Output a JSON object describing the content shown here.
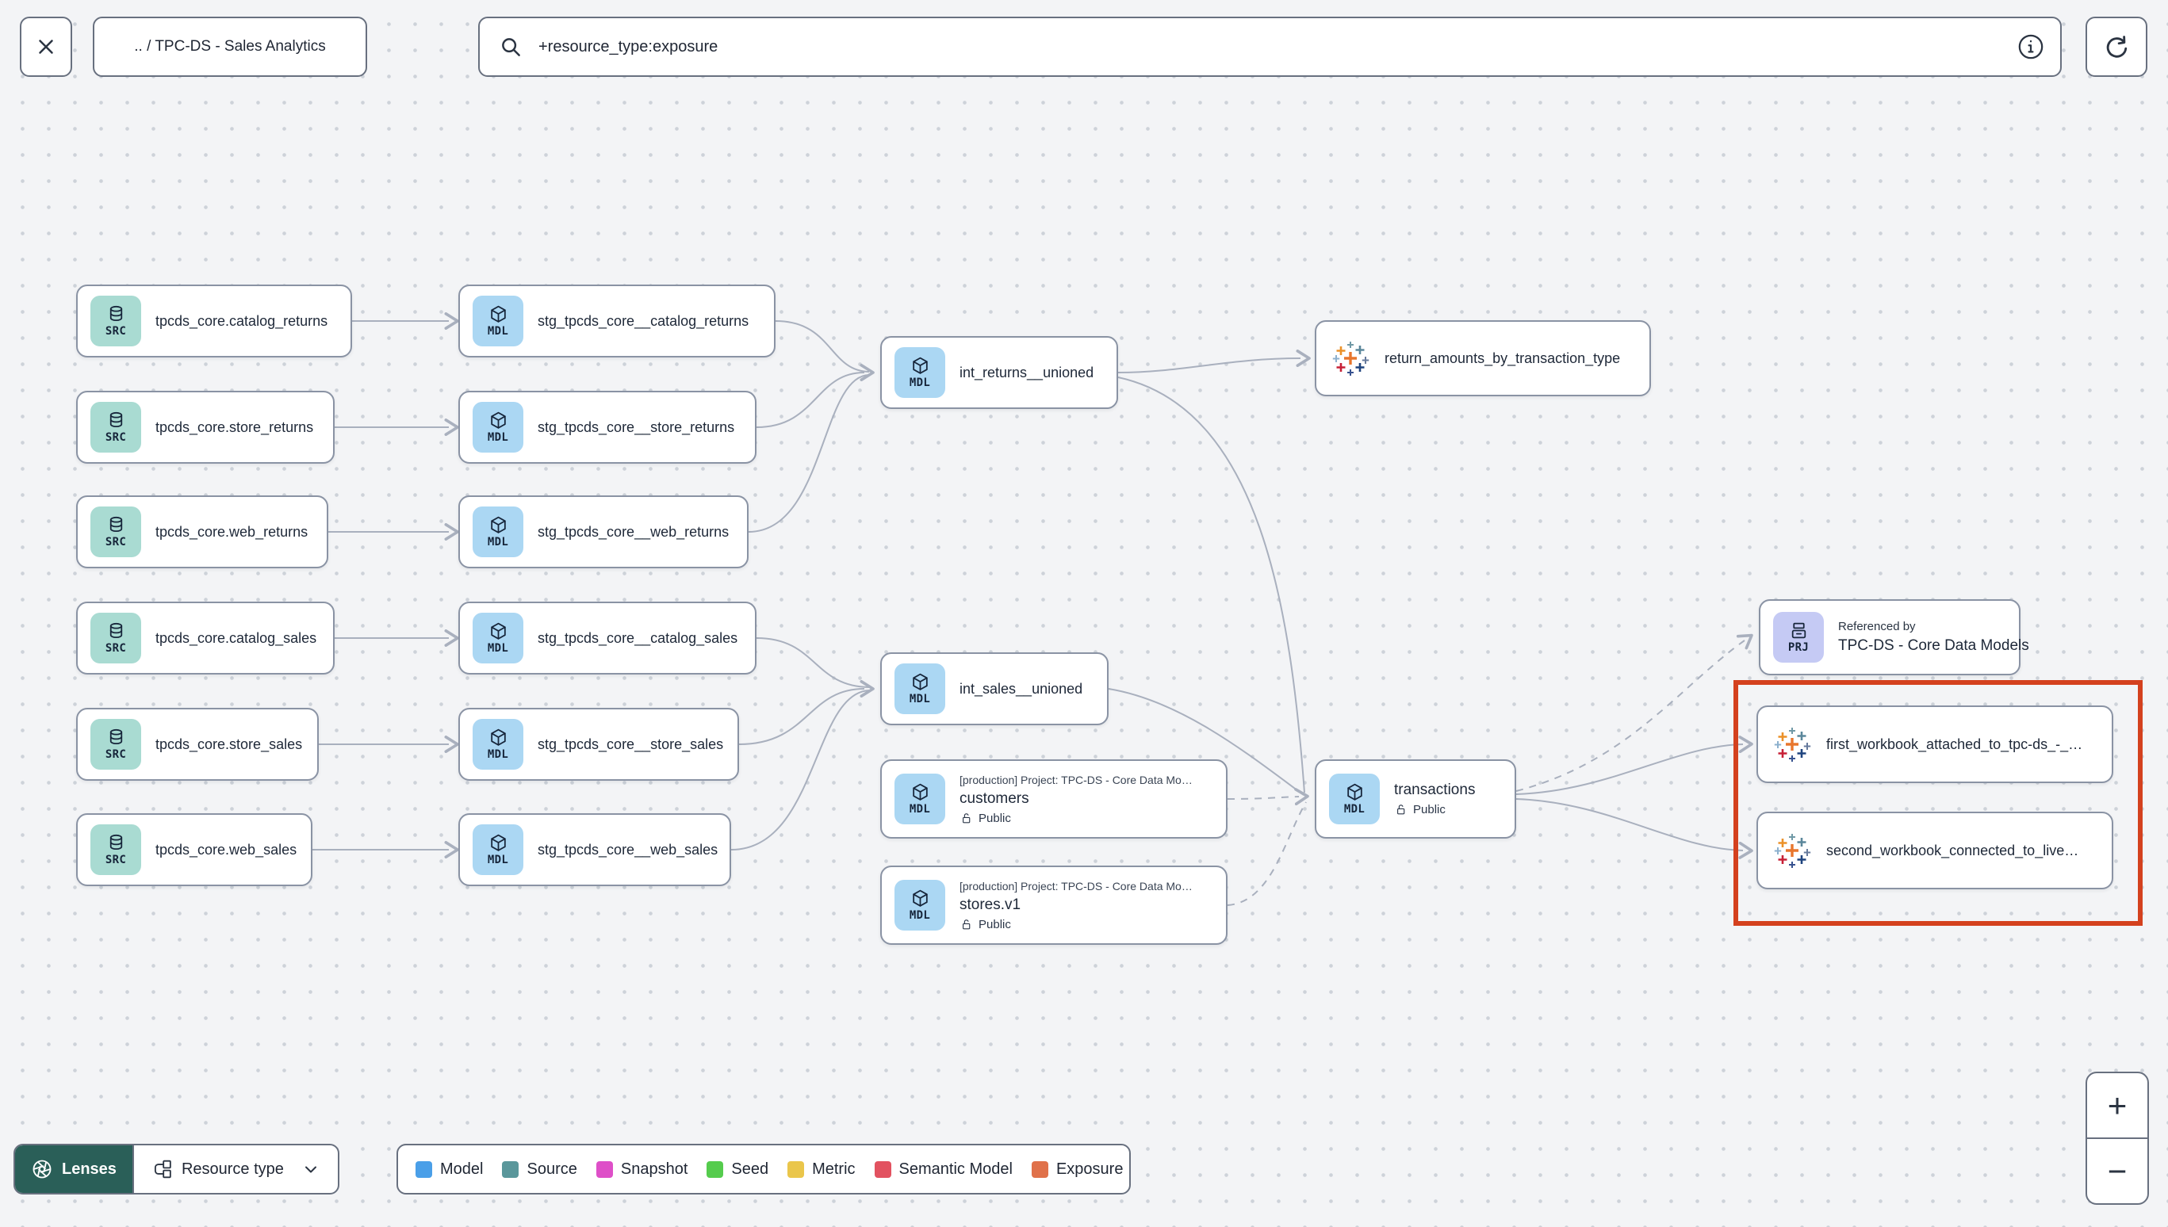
{
  "toolbar": {
    "breadcrumb": ".. / TPC-DS - Sales Analytics",
    "search_value": "+resource_type:exposure"
  },
  "graph": {
    "badge_src": "SRC",
    "badge_mdl": "MDL",
    "badge_prj": "PRJ",
    "sources": [
      {
        "label": "tpcds_core.catalog_returns"
      },
      {
        "label": "tpcds_core.store_returns"
      },
      {
        "label": "tpcds_core.web_returns"
      },
      {
        "label": "tpcds_core.catalog_sales"
      },
      {
        "label": "tpcds_core.store_sales"
      },
      {
        "label": "tpcds_core.web_sales"
      }
    ],
    "staging": [
      {
        "label": "stg_tpcds_core__catalog_returns"
      },
      {
        "label": "stg_tpcds_core__store_returns"
      },
      {
        "label": "stg_tpcds_core__web_returns"
      },
      {
        "label": "stg_tpcds_core__catalog_sales"
      },
      {
        "label": "stg_tpcds_core__store_sales"
      },
      {
        "label": "stg_tpcds_core__web_sales"
      }
    ],
    "int_returns": {
      "label": "int_returns__unioned"
    },
    "int_sales": {
      "label": "int_sales__unioned"
    },
    "customers": {
      "project": "[production] Project: TPC-DS - Core Data Mo…",
      "label": "customers",
      "access": "Public"
    },
    "stores": {
      "project": "[production] Project: TPC-DS - Core Data Mo…",
      "label": "stores.v1",
      "access": "Public"
    },
    "transactions": {
      "label": "transactions",
      "access": "Public"
    },
    "exposure_return_amounts": {
      "label": "return_amounts_by_transaction_type"
    },
    "referenced_by": {
      "title": "Referenced by",
      "label": "TPC-DS - Core Data Models"
    },
    "workbook_first": {
      "label": "first_workbook_attached_to_tpc-ds_-_…"
    },
    "workbook_second": {
      "label": "second_workbook_connected_to_live…"
    }
  },
  "footer": {
    "lenses_label": "Lenses",
    "resource_type_label": "Resource type",
    "legend": [
      {
        "label": "Model",
        "color": "#4A9FE8"
      },
      {
        "label": "Source",
        "color": "#5A979B"
      },
      {
        "label": "Snapshot",
        "color": "#DE4FC8"
      },
      {
        "label": "Seed",
        "color": "#55CC4D"
      },
      {
        "label": "Metric",
        "color": "#EAC64B"
      },
      {
        "label": "Semantic Model",
        "color": "#E25260"
      },
      {
        "label": "Exposure",
        "color": "#E0714A"
      }
    ]
  },
  "zoom_controls": {
    "zoom_in": "+",
    "zoom_out": "−"
  },
  "colors": {
    "highlight": "#D4411E",
    "edge": "#A9B0BE",
    "src_chip": "#A9DBD2",
    "mdl_chip": "#ABD7F3",
    "prj_chip": "#C5CAF4",
    "lenses_bg": "#2A5F58"
  }
}
